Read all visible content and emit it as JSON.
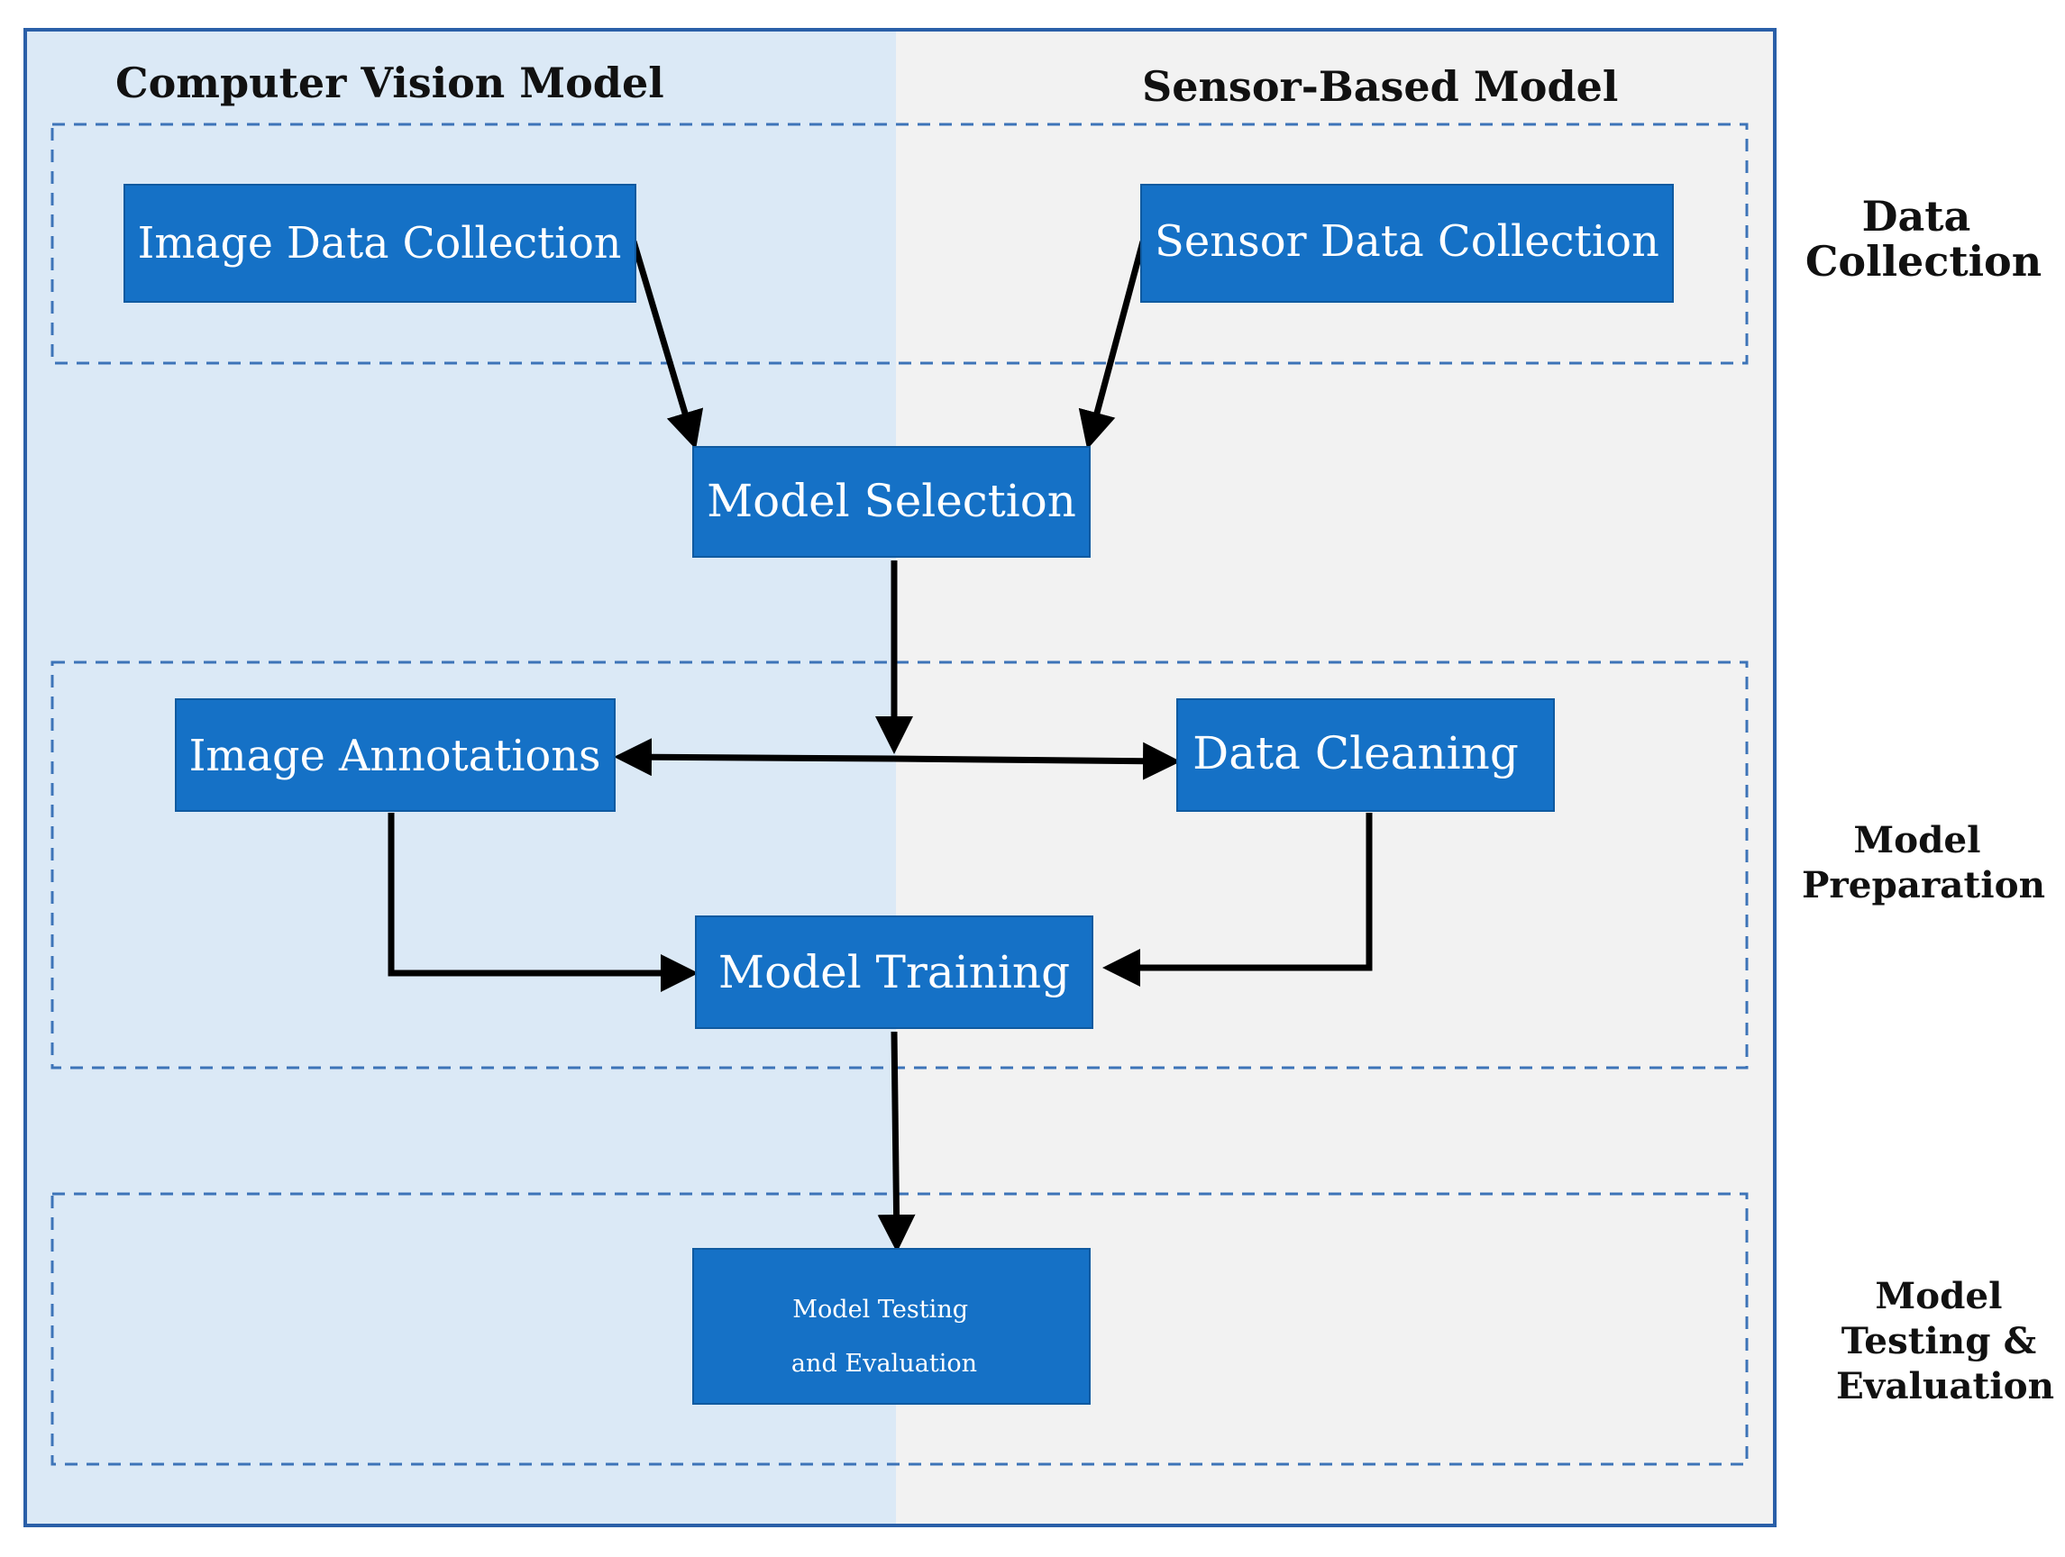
{
  "colors": {
    "left_panel": "#dbe9f6",
    "right_panel": "#f2f2f2",
    "node_fill": "#1571c6",
    "node_text": "#ffffff",
    "frame": "#2a5fa8",
    "dashed_group": "#3d74b8",
    "arrow": "#000000"
  },
  "columns": {
    "left": "Computer Vision Model",
    "right": "Sensor-Based Model"
  },
  "stages": {
    "data_collection": [
      "Data",
      "Collection"
    ],
    "model_preparation": [
      "Model",
      "Preparation"
    ],
    "model_testing": [
      "Model",
      "Testing &",
      "Evaluation"
    ]
  },
  "nodes": {
    "image_data_collection": "Image Data Collection",
    "sensor_data_collection": "Sensor Data Collection",
    "model_selection": "Model Selection",
    "image_annotations": "Image Annotations",
    "data_cleaning": "Data Cleaning",
    "model_training": "Model Training",
    "model_testing": [
      "Model Testing",
      "and Evaluation"
    ]
  },
  "edges": [
    {
      "from": "Image Data Collection",
      "to": "Model Selection"
    },
    {
      "from": "Sensor Data Collection",
      "to": "Model Selection"
    },
    {
      "from": "Model Selection",
      "to": "Image Annotations"
    },
    {
      "from": "Model Selection",
      "to": "Data Cleaning"
    },
    {
      "from": "Image Annotations",
      "to": "Model Training"
    },
    {
      "from": "Data Cleaning",
      "to": "Model Training"
    },
    {
      "from": "Model Training",
      "to": "Model Testing and Evaluation"
    }
  ]
}
